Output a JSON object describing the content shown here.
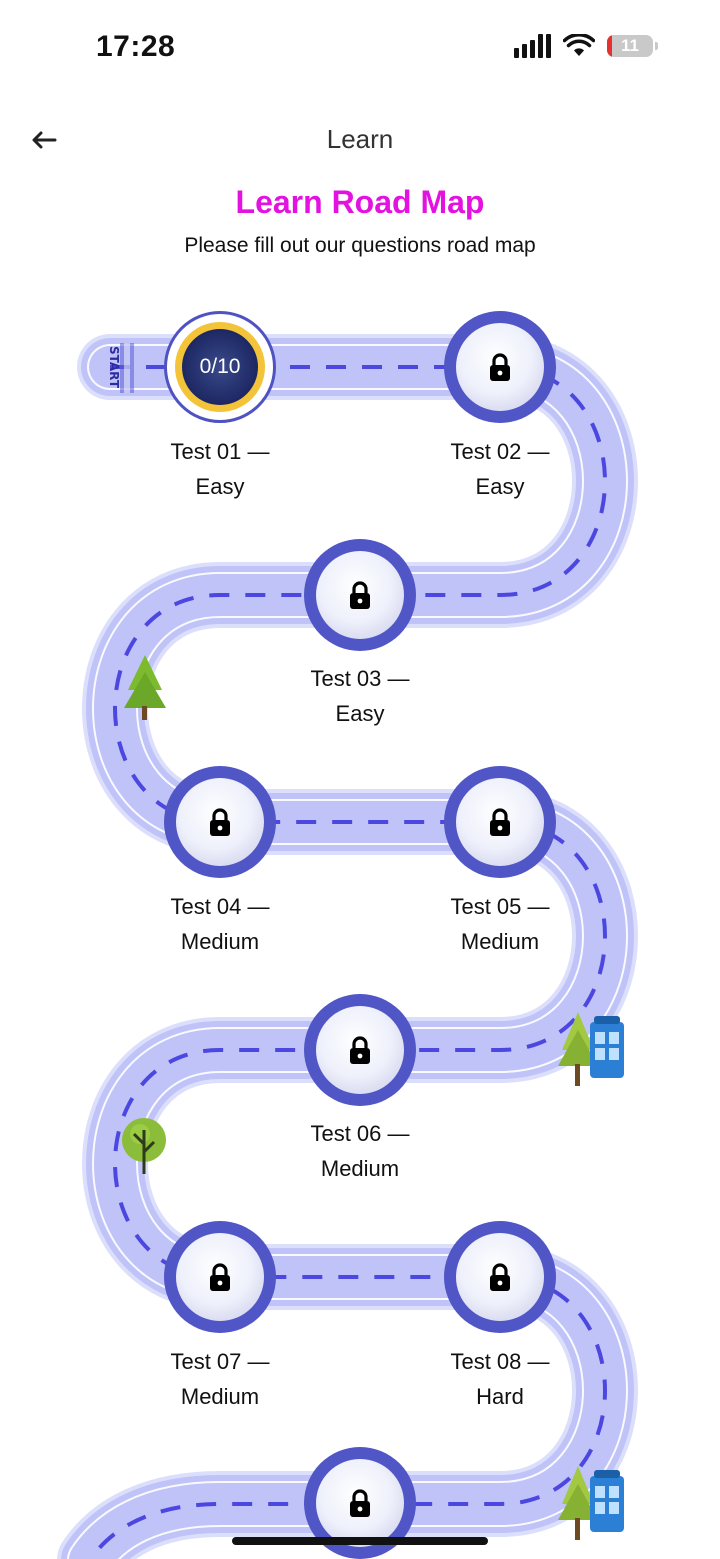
{
  "status_bar": {
    "time": "17:28",
    "battery": "11"
  },
  "nav": {
    "back_icon": "arrow-left-icon",
    "title": "Learn"
  },
  "header": {
    "title": "Learn Road Map",
    "subtitle": "Please fill out our questions road map",
    "title_color": "#e312e0"
  },
  "road": {
    "start_label": "START",
    "road_color": "#bfc3f7",
    "dash_color": "#4b47e0"
  },
  "tests": [
    {
      "label": "Test 01 —",
      "level": "Easy",
      "status": "current",
      "progress": "0/10"
    },
    {
      "label": "Test 02 —",
      "level": "Easy",
      "status": "locked"
    },
    {
      "label": "Test 03 —",
      "level": "Easy",
      "status": "locked"
    },
    {
      "label": "Test 04 —",
      "level": "Medium",
      "status": "locked"
    },
    {
      "label": "Test 05 —",
      "level": "Medium",
      "status": "locked"
    },
    {
      "label": "Test 06 —",
      "level": "Medium",
      "status": "locked"
    },
    {
      "label": "Test 07 —",
      "level": "Medium",
      "status": "locked"
    },
    {
      "label": "Test 08 —",
      "level": "Hard",
      "status": "locked"
    },
    {
      "label": "",
      "level": "",
      "status": "locked"
    }
  ]
}
